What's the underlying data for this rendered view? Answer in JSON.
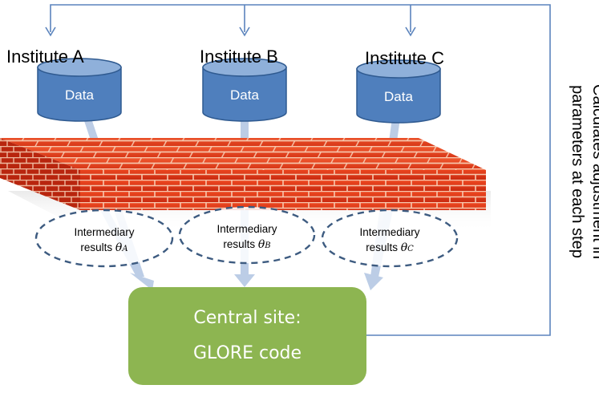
{
  "institutes": [
    {
      "label": "Institute A",
      "db_label": "Data",
      "result_line1": "Intermediary",
      "result_line2": "results",
      "theta": "θ",
      "subscript": "A"
    },
    {
      "label": "Institute B",
      "db_label": "Data",
      "result_line1": "Intermediary",
      "result_line2": "results",
      "theta": "θ",
      "subscript": "B"
    },
    {
      "label": "Institute C",
      "db_label": "Data",
      "result_line1": "Intermediary",
      "result_line2": "results",
      "theta": "θ",
      "subscript": "C"
    }
  ],
  "central": {
    "line1": "Central site:",
    "line2": "GLORE code"
  },
  "side_note": "Calculates adjustment in parameters at each step",
  "colors": {
    "db_fill": "#4f7fbd",
    "db_top": "#8fb0da",
    "db_stroke": "#2f5a90",
    "central_fill": "#8db551",
    "arrow": "#bccde6",
    "feedback_line": "#5b84bd",
    "ellipse_stroke": "#3d5b80",
    "brick": "#e03a18",
    "mortar": "#f2c0a8"
  }
}
